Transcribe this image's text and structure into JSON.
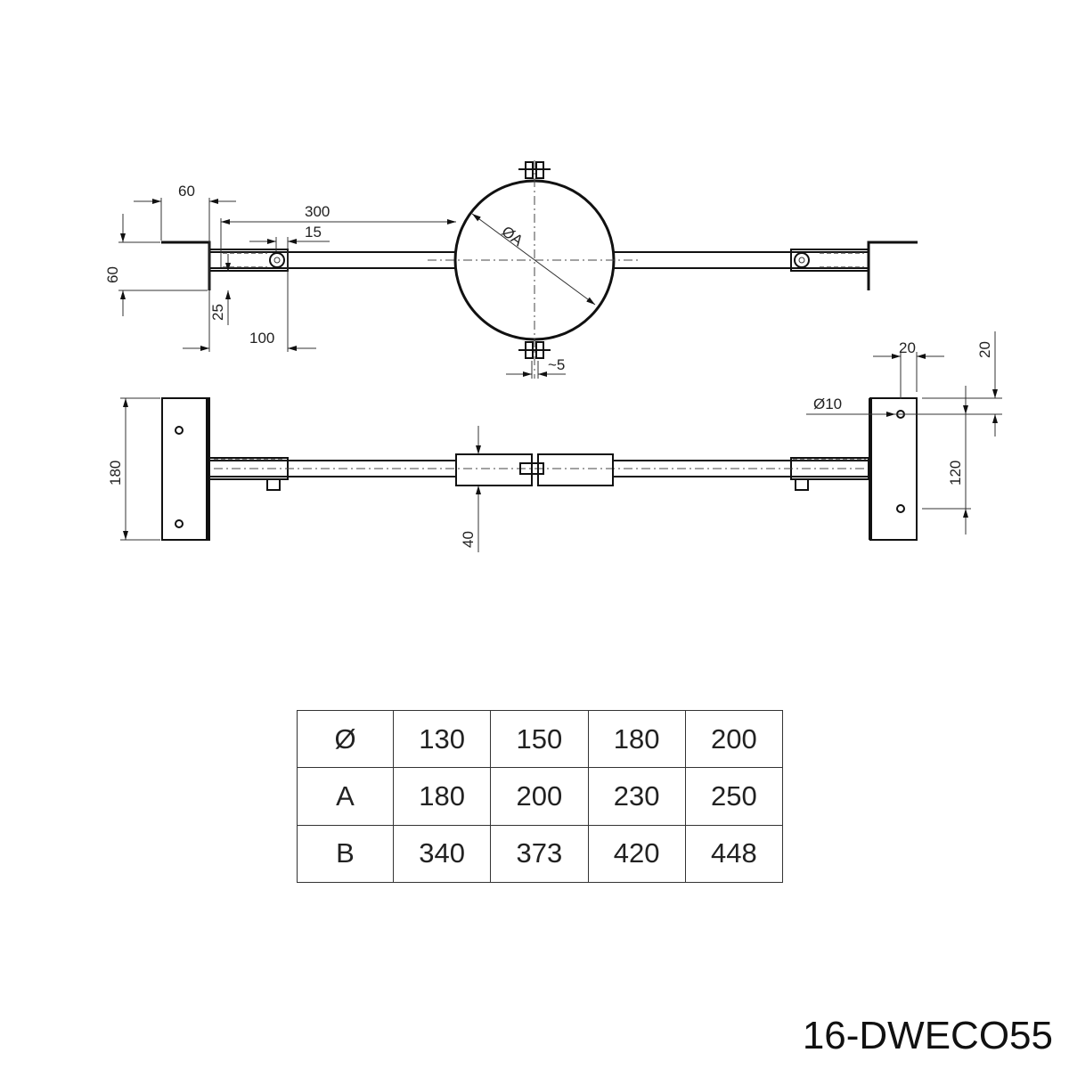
{
  "top_view": {
    "dims": {
      "bracket_width": "60",
      "tube_length": "300",
      "bolt_offset": "15",
      "bracket_height": "60",
      "tube_offset": "25",
      "sleeve_length": "100",
      "diameter": "ØA",
      "gap": "~5"
    }
  },
  "front_view": {
    "dims": {
      "plate_height": "180",
      "clamp_height": "40",
      "hole_spacing": "120",
      "hole_edge_x": "20",
      "hole_edge_y": "20",
      "hole_diameter": "Ø10"
    }
  },
  "table": {
    "rows": [
      [
        "Ø",
        "130",
        "150",
        "180",
        "200"
      ],
      [
        "A",
        "180",
        "200",
        "230",
        "250"
      ],
      [
        "B",
        "340",
        "373",
        "420",
        "448"
      ]
    ]
  },
  "product_code": "16-DWECO55"
}
